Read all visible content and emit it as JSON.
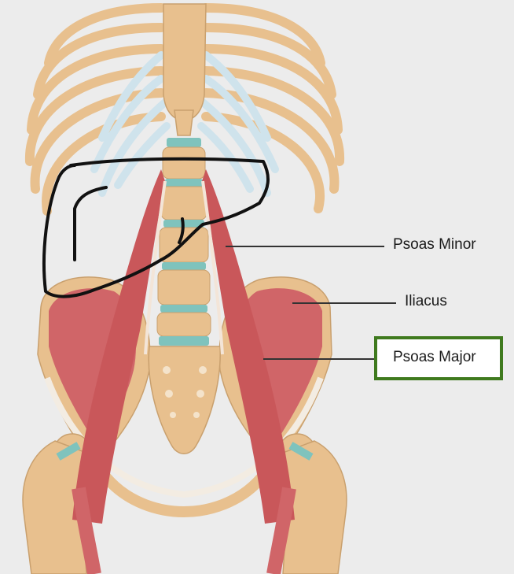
{
  "labels": {
    "psoas_minor": "Psoas Minor",
    "iliacus": "Iliacus",
    "psoas_major": "Psoas Major"
  },
  "colors": {
    "background": "#ececec",
    "bone": "#e8c08e",
    "cartilage": "#cfe3ec",
    "disc": "#7fc3bd",
    "muscle": "#c9575a",
    "highlight_box": "#3f7a1e",
    "annotation_marker": "#111111"
  },
  "icons": {
    "rib_cage": "rib-cage",
    "spine": "lumbar-spine",
    "pelvis": "pelvis",
    "femurs": "femurs",
    "hand_drawn_outline": "liver-outline-scribble"
  }
}
